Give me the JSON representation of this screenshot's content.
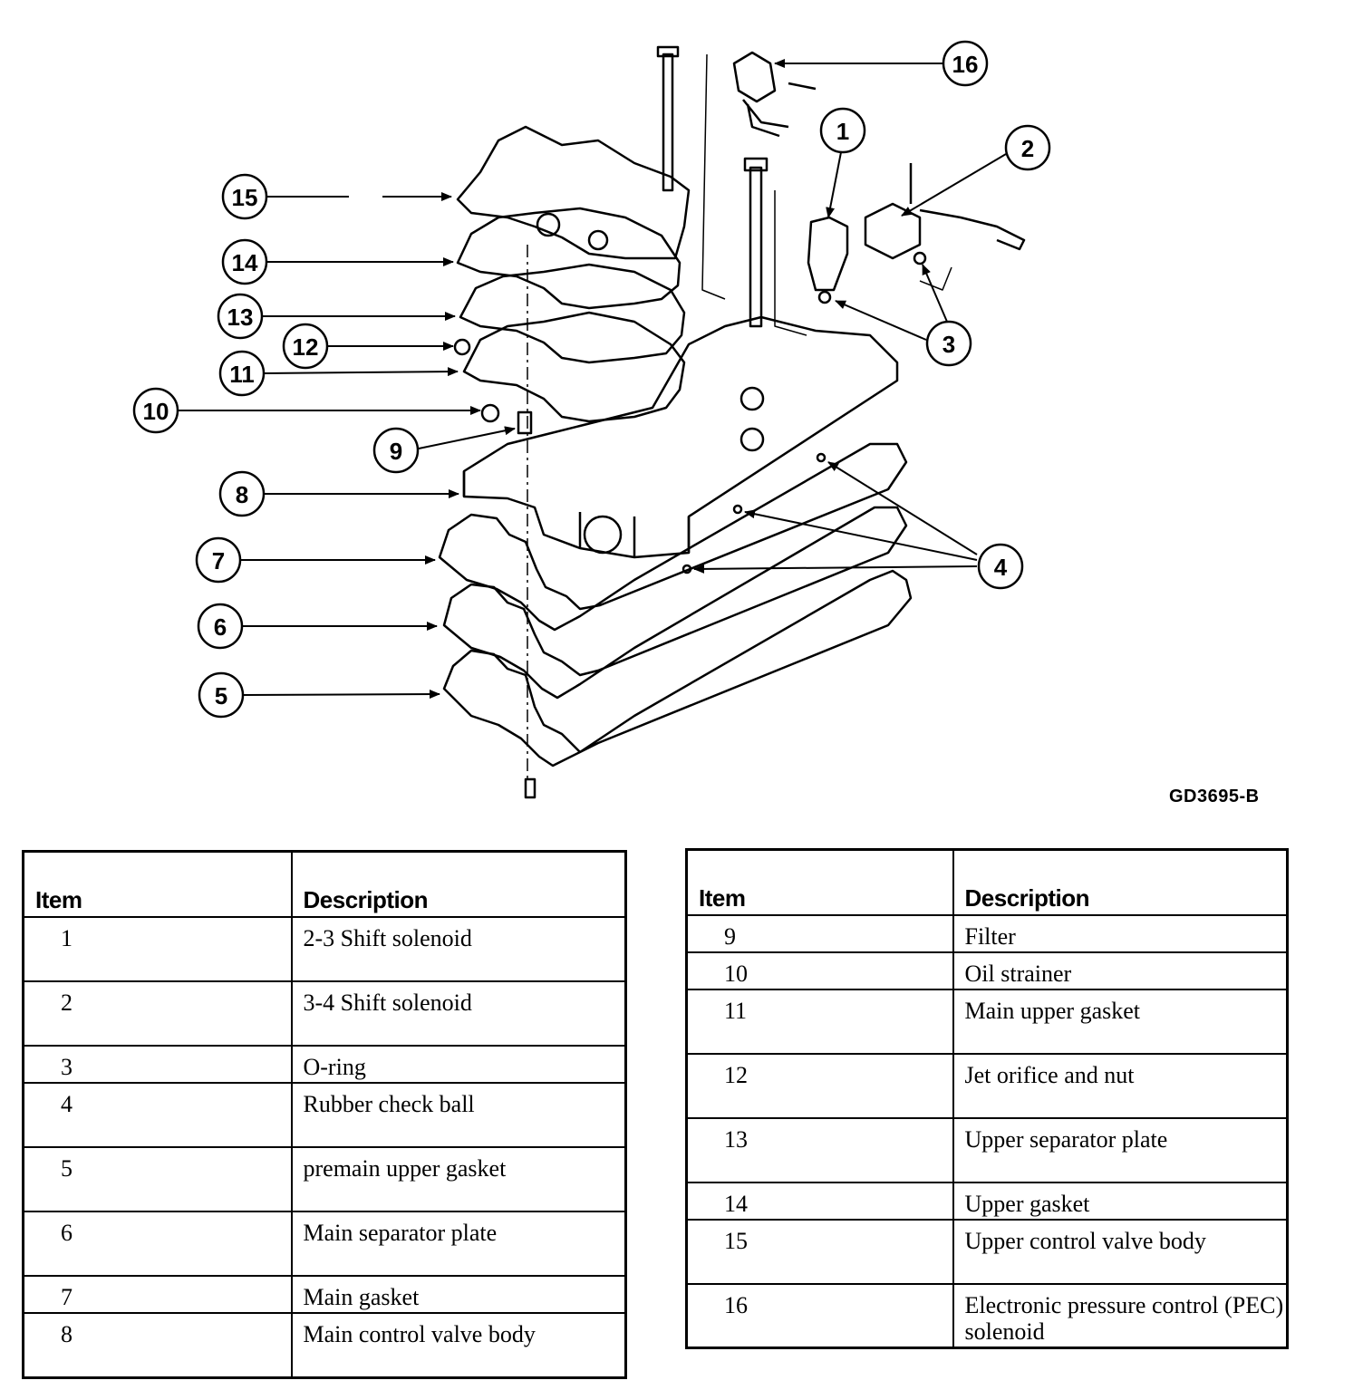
{
  "figure_id": "GD3695-B",
  "callouts": [
    {
      "num": "1"
    },
    {
      "num": "2"
    },
    {
      "num": "3"
    },
    {
      "num": "4"
    },
    {
      "num": "5"
    },
    {
      "num": "6"
    },
    {
      "num": "7"
    },
    {
      "num": "8"
    },
    {
      "num": "9"
    },
    {
      "num": "10"
    },
    {
      "num": "11"
    },
    {
      "num": "12"
    },
    {
      "num": "13"
    },
    {
      "num": "14"
    },
    {
      "num": "15"
    },
    {
      "num": "16"
    }
  ],
  "table_left": {
    "header_item": "Item",
    "header_desc": "Description",
    "rows": [
      {
        "item": "1",
        "desc": "2-3 Shift solenoid"
      },
      {
        "item": "2",
        "desc": "3-4 Shift solenoid"
      },
      {
        "item": "3",
        "desc": "O-ring"
      },
      {
        "item": "4",
        "desc": "Rubber check ball"
      },
      {
        "item": "5",
        "desc": "premain upper gasket"
      },
      {
        "item": "6",
        "desc": "Main separator plate"
      },
      {
        "item": "7",
        "desc": "Main gasket"
      },
      {
        "item": "8",
        "desc": "Main control valve body"
      }
    ]
  },
  "table_right": {
    "header_item": "Item",
    "header_desc": "Description",
    "rows": [
      {
        "item": "9",
        "desc": "Filter"
      },
      {
        "item": "10",
        "desc": "Oil strainer"
      },
      {
        "item": "11",
        "desc": "Main upper gasket"
      },
      {
        "item": "12",
        "desc": "Jet orifice and nut"
      },
      {
        "item": "13",
        "desc": "Upper separator plate"
      },
      {
        "item": "14",
        "desc": "Upper gasket"
      },
      {
        "item": "15",
        "desc": "Upper control valve body"
      },
      {
        "item": "16",
        "desc": "Electronic pressure control (PEC) solenoid"
      }
    ]
  }
}
